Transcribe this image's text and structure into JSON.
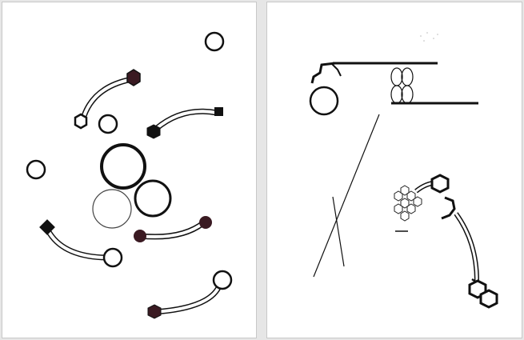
{
  "figure": {
    "panels": [
      {
        "id": "left",
        "description_icon": "molecular-assembly-scattered"
      },
      {
        "id": "right",
        "description_icon": "molecular-assembly-chain"
      }
    ]
  },
  "colors": {
    "background": "#ffffff",
    "frame": "#c8c8c8",
    "ink": "#111111",
    "dark_fill": "#3a1a22",
    "light_stroke": "#555555"
  }
}
